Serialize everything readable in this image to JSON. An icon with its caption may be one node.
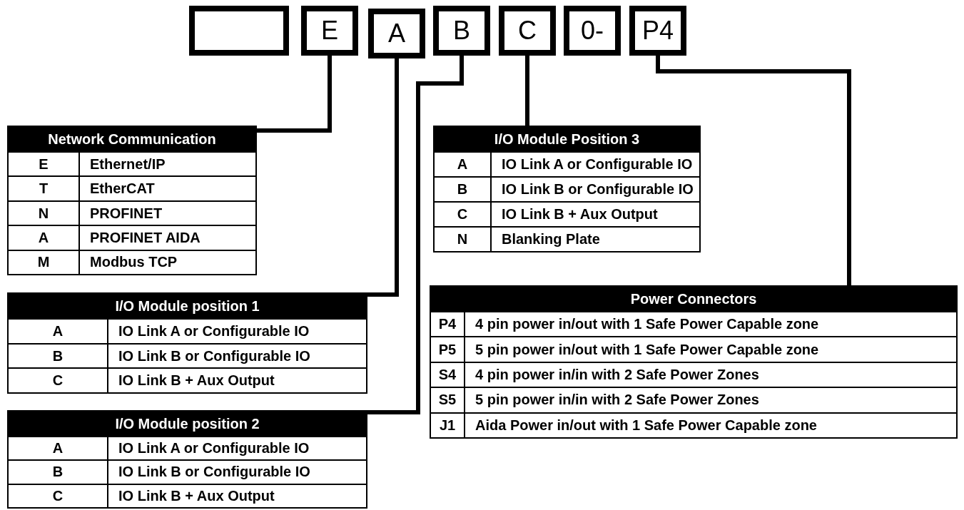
{
  "diagram": {
    "nodes": [
      {
        "text": [],
        "shape": "box"
      },
      {
        "text": [
          "E"
        ]
      },
      {
        "text": [
          "A"
        ]
      },
      {
        "text": [
          "B"
        ]
      },
      {
        "text": [
          "C"
        ]
      },
      {
        "text": [
          "0-"
        ]
      },
      {
        "text": [
          "P4"
        ]
      },
      {
        "text": [
          "Network Communication",
          "E",
          "Ethernet/IP",
          "T",
          "EtherCAT",
          "N",
          "PROFINET",
          "A",
          "PROFINET AIDA",
          "M",
          "Modbus TCP"
        ]
      },
      {
        "text": [
          "I/O Module Position 3",
          "A",
          "IO Link A or Configurable IO",
          "B",
          "IO Link B or Configurable IO",
          "C",
          "IO Link B + Aux Output",
          "N",
          "Blanking Plate"
        ]
      },
      {
        "text": [
          "I/O Module position 1",
          "A",
          "IO Link A or Configurable IO",
          "B",
          "IO Link B or Configurable IO",
          "C",
          "IO Link B + Aux Output"
        ]
      },
      {
        "text": [
          "Power Connectors",
          "P4",
          "4 pin power in/out with 1 Safe Power Capable zone",
          "P5",
          "5 pin power in/out with 1 Safe Power Capable zone",
          "S4",
          "4 pin power in/in with 2 Safe Power Zones",
          "S5",
          "5 pin power in/in with 2 Safe Power Zones",
          "J1",
          "Aida Power in/out with 1 Safe Power Capable zone"
        ]
      },
      {
        "text": [
          "I/O Module position 2",
          "A",
          "IO Link A or Configurable IO",
          "B",
          "IO Link B or Configurable IO",
          "C",
          "IO Link B + Aux Output"
        ]
      }
    ],
    "edges": [
      {
        "from": 1,
        "to": 7,
        "arrow": "none"
      },
      {
        "from": 2,
        "to": 9,
        "arrow": "none"
      },
      {
        "from": 3,
        "to": 11,
        "arrow": "none"
      },
      {
        "from": 4,
        "to": 8,
        "arrow": "none"
      },
      {
        "from": 6,
        "to": 10,
        "arrow": "none"
      }
    ]
  }
}
